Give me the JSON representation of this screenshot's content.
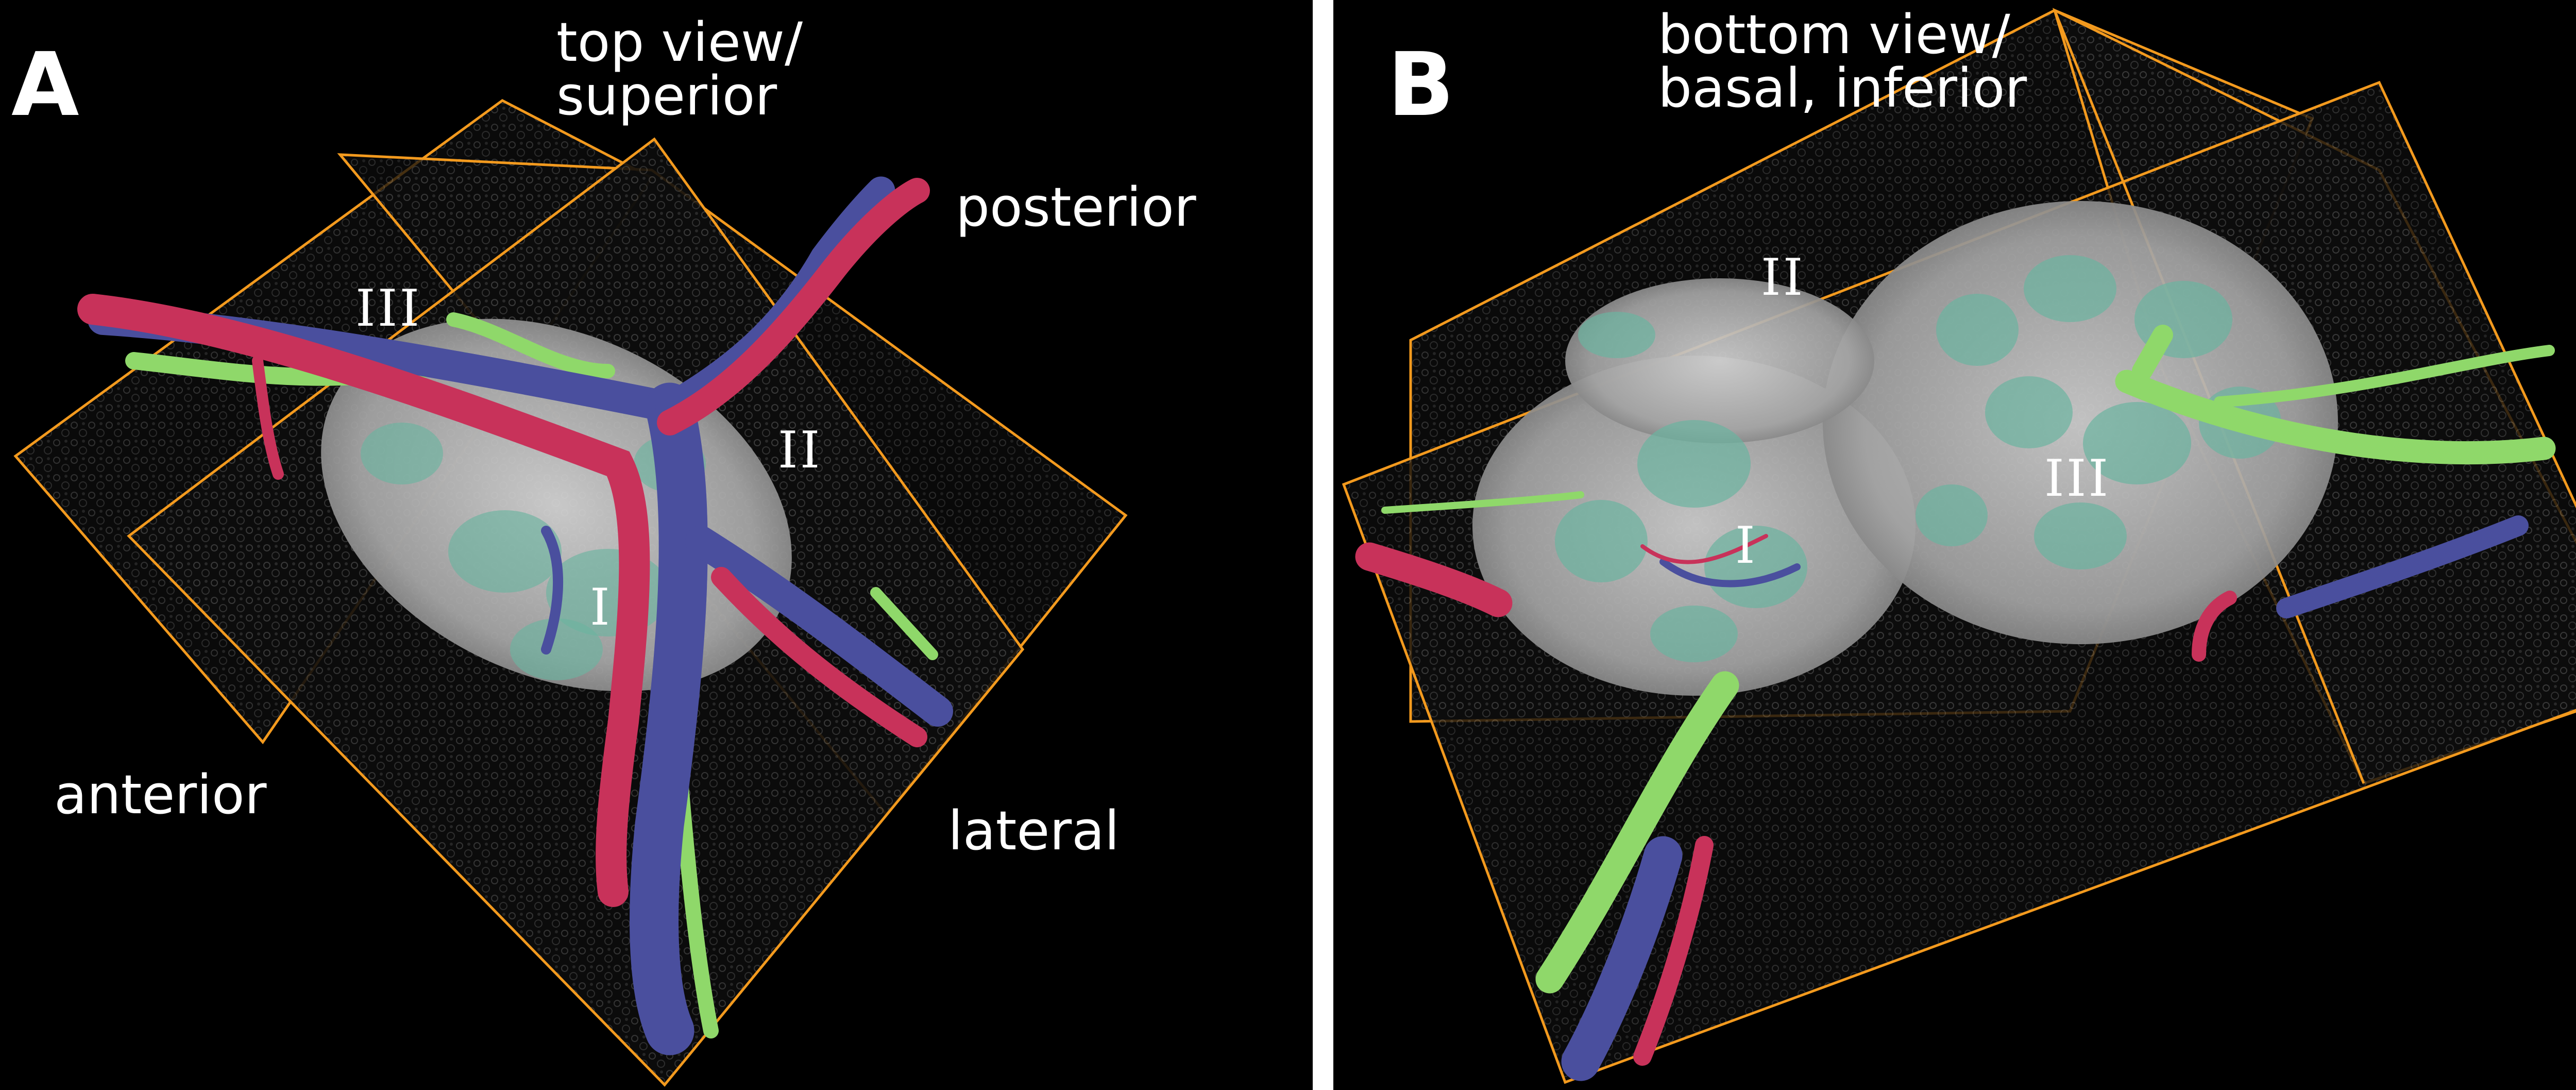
{
  "panels": [
    {
      "letter": "A",
      "orientation": {
        "top": "top view/\nsuperior",
        "posterior": "posterior",
        "anterior": "anterior",
        "lateral": "lateral"
      },
      "lobes": {
        "one": "I",
        "two": "II",
        "three": "III"
      }
    },
    {
      "letter": "B",
      "orientation": {
        "top": "bottom view/\nbasal, inferior"
      },
      "lobes": {
        "one": "I",
        "two": "II",
        "three": "III"
      }
    }
  ],
  "colors": {
    "background": "#000000",
    "divider": "#ffffff",
    "plane_outline": "#f39a1e",
    "vein_blue": "#4a4f9e",
    "artery_red": "#c8325a",
    "duct_green": "#8fd86a",
    "lobule_teal": "#6bb3a0",
    "tissue_gray": "#b4b4b4"
  }
}
